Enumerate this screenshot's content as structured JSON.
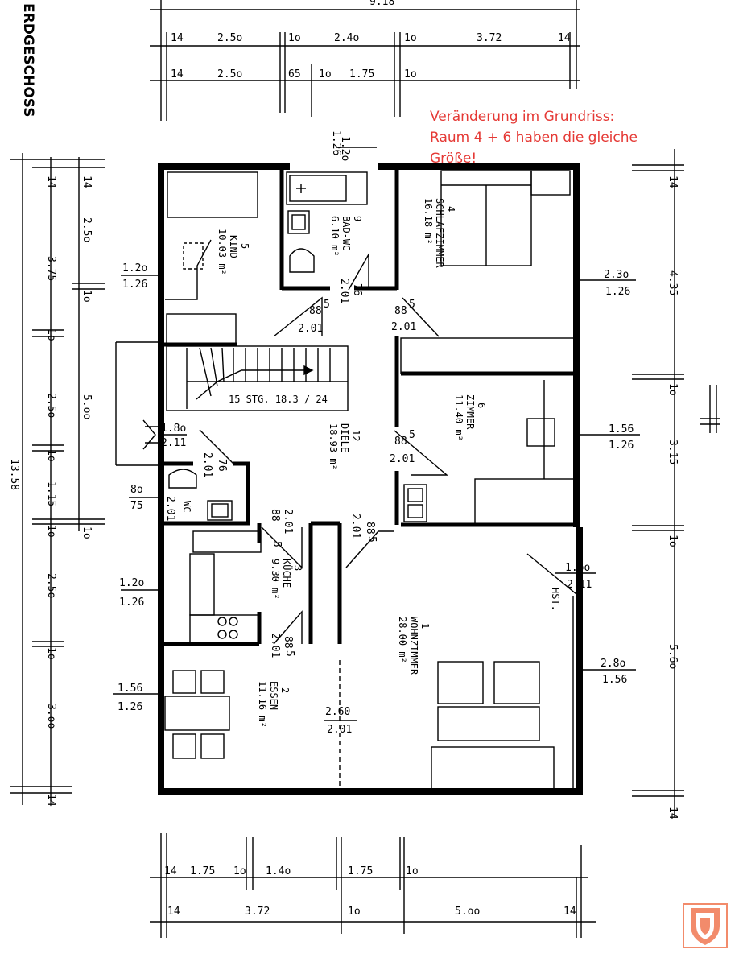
{
  "floor_title": "ERDGESCHOSS",
  "note": {
    "line1": "Veränderung im Grundriss:",
    "line2": "Raum 4 + 6 haben die gleiche",
    "line3": "Größe!"
  },
  "rooms": [
    {
      "number": "1",
      "name": "WOHNZIMMER",
      "area": "28.00 m²"
    },
    {
      "number": "2",
      "name": "ESSEN",
      "area": "11.16 m²"
    },
    {
      "number": "3",
      "name": "KÜCHE",
      "area": "9.30 m²"
    },
    {
      "number": "4",
      "name": "SCHLAFZIMMER",
      "area": "16.18 m²"
    },
    {
      "number": "5",
      "name": "KIND",
      "area": "10.03 m²"
    },
    {
      "number": "6",
      "name": "ZIMMER",
      "area": "11.40 m²"
    },
    {
      "number": "9",
      "name": "BAD-WC",
      "area": "6.10 m²"
    },
    {
      "number": "12",
      "name": "DIELE",
      "area": "18.93 m²"
    },
    {
      "number": "",
      "name": "WC",
      "area": ""
    }
  ],
  "stairs_label": "15 STG. 18.3 / 24",
  "hst_label": "HST.",
  "top_dims_overall": "9.18",
  "top_dims_row1": [
    "14",
    "2.5o",
    "1o",
    "2.4o",
    "1o",
    "3.72",
    "14"
  ],
  "top_dims_row2": [
    "14",
    "2.5o",
    "65",
    "1o",
    "1.75",
    "1o"
  ],
  "bottom_dims_row1": [
    "14",
    "1.75",
    "1o",
    "1.4o",
    "1.75",
    "1o"
  ],
  "bottom_dims_row2": [
    "14",
    "3.72",
    "1o",
    "5.oo",
    "14"
  ],
  "left_dims_outer": [
    "13.58"
  ],
  "left_dims_mid": [
    "14",
    "3.75",
    "1o",
    "2.5o",
    "1o",
    "1.15",
    "1o",
    "2.5o",
    "1o",
    "3.oo",
    "14"
  ],
  "left_dims_inner": [
    "14",
    "2.5o",
    "1o",
    "5.oo",
    "1o"
  ],
  "right_dims": [
    "14",
    "4.35",
    "1o",
    "3.15",
    "1o",
    "5.6o",
    "14"
  ],
  "openings": [
    {
      "w": "1.2o",
      "h": "1.26"
    },
    {
      "w": "1.2o",
      "h": "1.26"
    },
    {
      "w": "1.2o",
      "h": "1.26"
    },
    {
      "w": "1.56",
      "h": "1.26"
    },
    {
      "w": "2.3o",
      "h": "1.26"
    },
    {
      "w": "1.56",
      "h": "1.26"
    },
    {
      "w": "1.oo",
      "h": "2.11"
    },
    {
      "w": "2.8o",
      "h": "1.56"
    },
    {
      "w": "8o",
      "h": "75"
    },
    {
      "w": "1.8o",
      "h": "2.11"
    },
    {
      "w": "2.60",
      "h": "2.01"
    }
  ],
  "doors": [
    {
      "w": "88",
      "sup": "5",
      "h": "2.01"
    },
    {
      "w": "88",
      "sup": "5",
      "h": "2.01"
    },
    {
      "w": "88",
      "sup": "5",
      "h": "2.01"
    },
    {
      "w": "88",
      "sup": "5",
      "h": "2.01"
    },
    {
      "w": "88",
      "sup": "5",
      "h": "2.01"
    },
    {
      "w": "88",
      "sup": "5",
      "h": "2.01"
    },
    {
      "w": "76",
      "sup": "",
      "h": "2.01"
    },
    {
      "w": "76",
      "sup": "",
      "h": "2.01"
    },
    {
      "w": "",
      "sup": "",
      "h": "2.01"
    }
  ],
  "colors": {
    "note": "#e53935",
    "logo": "#f28b6b",
    "line": "#000000"
  }
}
